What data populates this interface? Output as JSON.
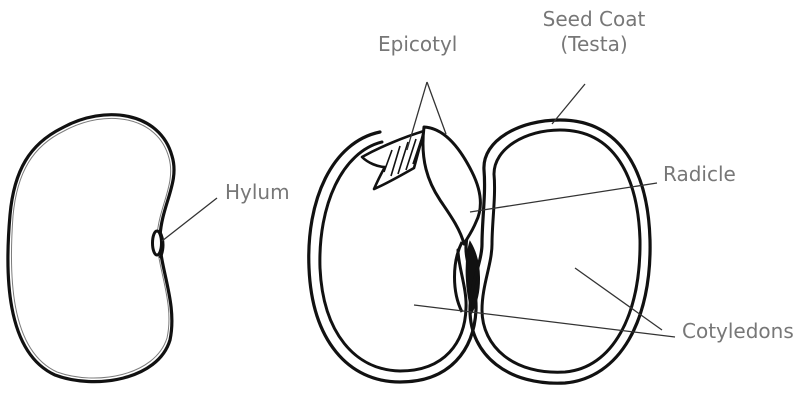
{
  "labels": {
    "hylum": "Hylum",
    "epicotyl": "Epicotyl",
    "seed_coat_line1": "Seed Coat",
    "seed_coat_line2": "(Testa)",
    "radicle": "Radicle",
    "cotyledons": "Cotyledons"
  },
  "colors": {
    "outline": "#111111",
    "leader": "#333333",
    "label_text": "#777777",
    "background": "#ffffff"
  }
}
